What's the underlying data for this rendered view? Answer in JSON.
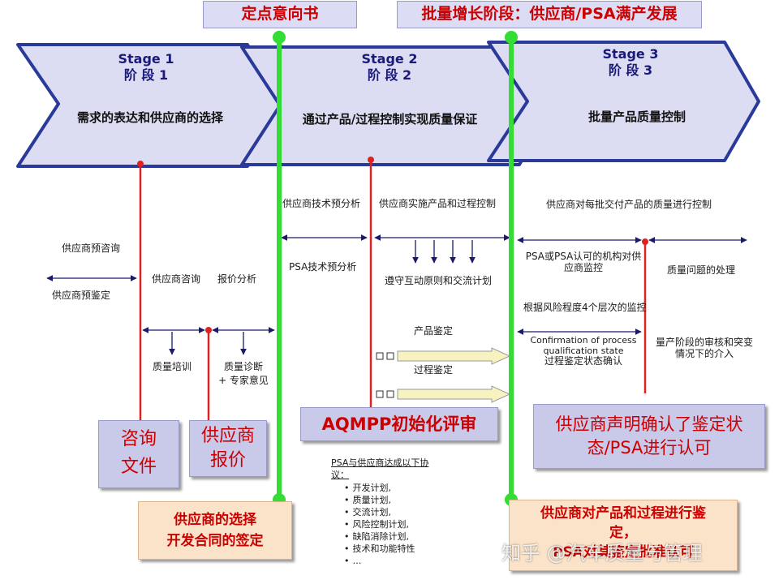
{
  "headers": {
    "intent_letter": "定点意向书",
    "mass_growth": "批量增长阶段：供应商/PSA满产发展"
  },
  "stages": [
    {
      "title_en": "Stage 1",
      "title_cn": "阶 段 1",
      "desc": "需求的表达和供应商的选择"
    },
    {
      "title_en": "Stage 2",
      "title_cn": "阶 段 2",
      "desc": "通过产品/过程控制实现质量保证"
    },
    {
      "title_en": "Stage 3",
      "title_cn": "阶 段 3",
      "desc": "批量产品质量控制"
    }
  ],
  "labels": {
    "supplier_pre_consult": "供应商预咨询",
    "supplier_pre_qual": "供应商预鉴定",
    "supplier_consult": "供应商咨询",
    "quote_analysis": "报价分析",
    "quality_training": "质量培训",
    "quality_diagnosis": "质量诊断",
    "expert_opinion": "+ 专家意见",
    "supplier_tech_pre": "供应商技术预分析",
    "psa_tech_pre": "PSA技术预分析",
    "supplier_impl": "供应商实施产品和过程控制",
    "interaction_principle": "遵守互动原则和交流计划",
    "product_qual": "产品鉴定",
    "process_qual": "过程鉴定",
    "supplier_batch_control": "供应商对每批交付产品的质量进行控制",
    "psa_monitor_1": "PSA或PSA认可的机构对供",
    "psa_monitor_2": "应商监控",
    "quality_problem": "质量问题的处理",
    "risk_monitor": "根据风险程度4个层次的监控",
    "confirm_en_1": "Confirmation of process",
    "confirm_en_2": "qualification state",
    "confirm_cn": "过程鉴定状态确认",
    "audit_1": "量产阶段的审核和突变",
    "audit_2": "情况下的介入"
  },
  "boxes": {
    "consult_docs_1": "咨询",
    "consult_docs_2": "文件",
    "supplier_quote_1": "供应商",
    "supplier_quote_2": "报价",
    "aqmpp": "AQMPP初始化评审",
    "supplier_declare_1": "供应商声明确认了鉴定状",
    "supplier_declare_2": "态/PSA进行认可",
    "selection_1": "供应商的选择",
    "selection_2": "开发合同的签定",
    "approval_1": "供应商对产品和过程进行鉴",
    "approval_2": "定，",
    "approval_3": "PSA对其鉴定批准认可"
  },
  "agreement": {
    "title_1": "PSA与供应商达成以下协",
    "title_2": "议：",
    "items": [
      "开发计划,",
      "质量计划,",
      "交流计划,",
      "风险控制计划,",
      "缺陷消除计划,",
      "技术和功能特性",
      "…"
    ]
  },
  "watermark": "知乎 @汽车质量与管理",
  "colors": {
    "milestone_green": "#33dd33",
    "stage_fill": "#dcdcf2",
    "stage_border": "#2a3a9a",
    "red_line": "#dd2222",
    "blue_box": "#c9c9ea",
    "tan_box": "#fbe3c9",
    "arrow_yellow": "#f8f2c0"
  }
}
